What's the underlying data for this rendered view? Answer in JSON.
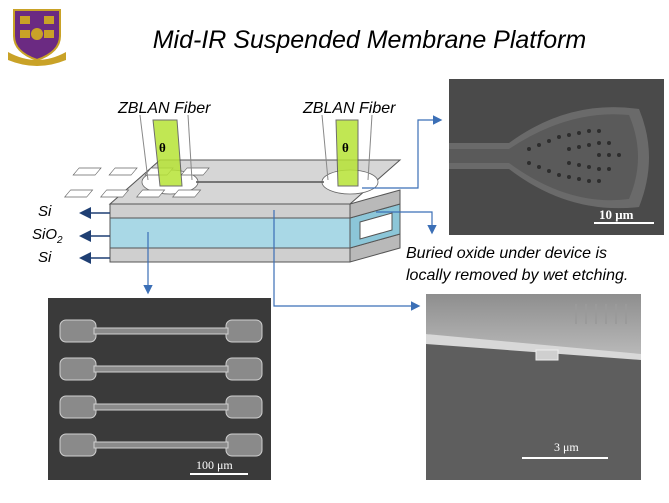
{
  "title": "Mid-IR Suspended Membrane Platform",
  "fibers": {
    "left_label": "ZBLAN Fiber",
    "right_label": "ZBLAN Fiber",
    "angle_symbol": "θ"
  },
  "layers": {
    "top": "Si",
    "middle_base": "SiO",
    "middle_sub": "2",
    "bottom": "Si"
  },
  "caption": {
    "line1": "Buried oxide under device is",
    "line2": "locally removed by wet etching."
  },
  "sem_images": {
    "top_right_scale": "10 μm",
    "bottom_left_scale": "100 μm",
    "bottom_right_scale": "3 μm"
  },
  "colors": {
    "arrow_blue": "#3b6fb6",
    "oxide_layer": "#a9d8e6",
    "silicon_layer": "#cfcfcf",
    "fiber_green": "#b7e336",
    "logo_purple": "#6b2a82",
    "logo_gold": "#c9a227"
  }
}
